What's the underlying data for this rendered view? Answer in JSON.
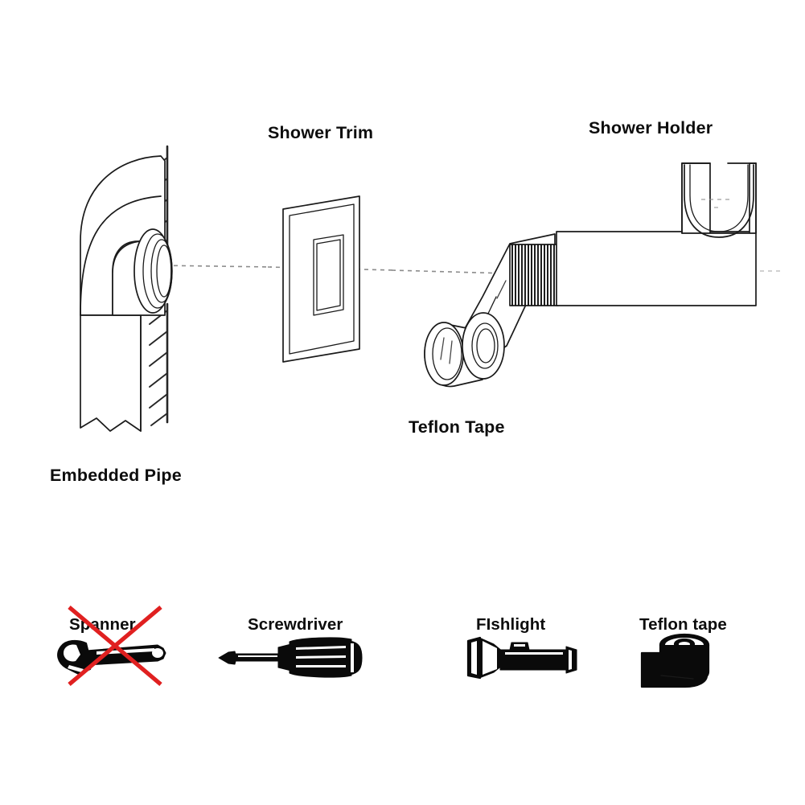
{
  "page": {
    "title": "Shower Holder Installation Diagram",
    "background_color": "#ffffff",
    "line_color": "#1a1a1a",
    "accent_color": "#e02020",
    "axis_color": "#8c8c8c"
  },
  "assembly": {
    "labels": {
      "embedded_pipe": "Embedded Pipe",
      "shower_trim": "Shower Trim",
      "shower_holder": "Shower Holder",
      "teflon_tape": "Teflon Tape"
    },
    "parts": [
      {
        "name": "embedded-pipe",
        "label": "Embedded Pipe"
      },
      {
        "name": "shower-trim",
        "label": "Shower Trim"
      },
      {
        "name": "teflon-tape",
        "label": "Teflon Tape"
      },
      {
        "name": "shower-holder",
        "label": "Shower Holder"
      }
    ]
  },
  "tools": {
    "items": [
      {
        "name": "spanner",
        "label": "Spanner",
        "icon": "wrench-icon",
        "crossed_out": true
      },
      {
        "name": "screwdriver",
        "label": "Screwdriver",
        "icon": "screwdriver-icon",
        "crossed_out": false
      },
      {
        "name": "flashlight",
        "label": "FIshlight",
        "icon": "flashlight-icon",
        "crossed_out": false
      },
      {
        "name": "teflon-tape",
        "label": "Teflon tape",
        "icon": "tape-roll-icon",
        "crossed_out": false
      }
    ]
  }
}
